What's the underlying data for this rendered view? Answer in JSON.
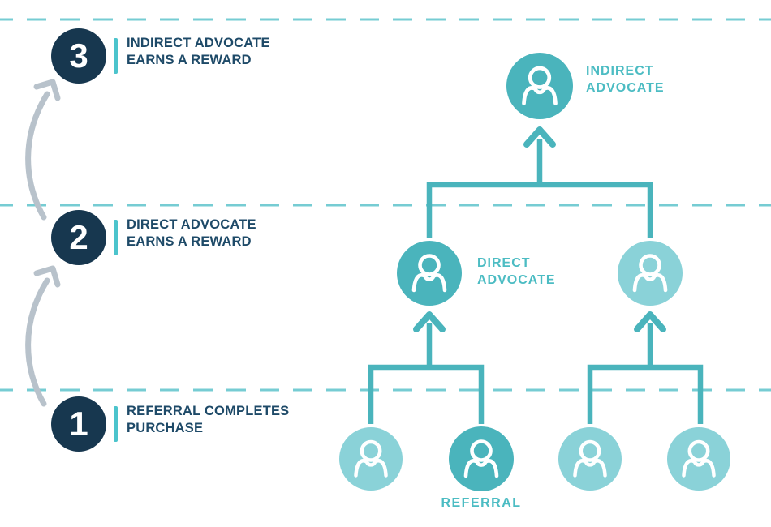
{
  "title": "Referral reward tiers diagram",
  "colors": {
    "navy_badge": "#17374F",
    "navy_text": "#1E4A68",
    "teal_medium": "#4AB4BC",
    "teal_light": "#8AD2D8",
    "teal_label": "#4CBCC3",
    "teal_dash": "#76CCD3",
    "teal_accent_bar": "#4CC4CC",
    "arrow_gray": "#B8C2CB",
    "background": "#FFFFFF"
  },
  "steps": [
    {
      "number": "1",
      "label_line1": "REFERRAL COMPLETES",
      "label_line2": "PURCHASE"
    },
    {
      "number": "2",
      "label_line1": "DIRECT ADVOCATE",
      "label_line2": "EARNS A REWARD"
    },
    {
      "number": "3",
      "label_line1": "INDIRECT ADVOCATE",
      "label_line2": "EARNS A REWARD"
    }
  ],
  "tree_labels": {
    "indirect_line1": "INDIRECT",
    "indirect_line2": "ADVOCATE",
    "direct_line1": "DIRECT",
    "direct_line2": "ADVOCATE",
    "referral": "REFERRAL"
  }
}
